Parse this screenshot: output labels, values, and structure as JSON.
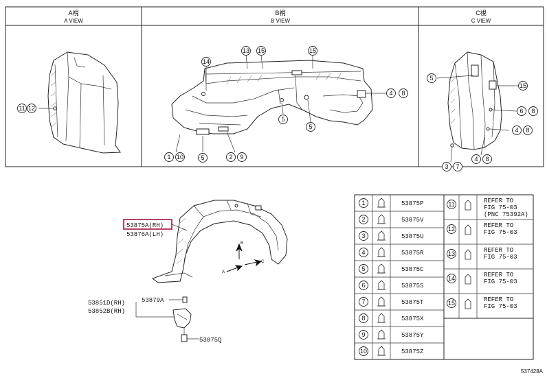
{
  "views": [
    {
      "title_jp": "A視",
      "title_en": "A VIEW"
    },
    {
      "title_jp": "B視",
      "title_en": "B VIEW"
    },
    {
      "title_jp": "C視",
      "title_en": "C VIEW"
    }
  ],
  "view_a_callouts": [
    "11",
    "12"
  ],
  "view_b_callouts": [
    "13",
    "15",
    "15",
    "14",
    "4",
    "8",
    "5",
    "5",
    "1",
    "10",
    "5",
    "2",
    "9"
  ],
  "view_c_callouts": [
    "5",
    "15",
    "6",
    "8",
    "4",
    "8",
    "4",
    "8",
    "3",
    "7"
  ],
  "main_part": {
    "rh": "53875A(RH)",
    "lh": "53876A(LH)",
    "highlight_color": "#a0143c"
  },
  "sub_parts": {
    "clip_a": "53879A",
    "bracket_rh": "53851D(RH)",
    "bracket_lh": "53852B(RH)",
    "bolt": "53875Q"
  },
  "arrows": {
    "a": "A",
    "b": "B",
    "c": "C"
  },
  "table_left": [
    {
      "num": "1",
      "part": "53875P"
    },
    {
      "num": "2",
      "part": "53875V"
    },
    {
      "num": "3",
      "part": "53875U"
    },
    {
      "num": "4",
      "part": "53875R"
    },
    {
      "num": "5",
      "part": "53875C"
    },
    {
      "num": "6",
      "part": "53875S"
    },
    {
      "num": "7",
      "part": "53875T"
    },
    {
      "num": "8",
      "part": "53875X"
    },
    {
      "num": "9",
      "part": "53875Y"
    },
    {
      "num": "10",
      "part": "53875Z"
    }
  ],
  "table_right": [
    {
      "num": "11",
      "lines": [
        "REFER TO",
        "FIG 75-03",
        "(PNC 75392A)"
      ]
    },
    {
      "num": "12",
      "lines": [
        "REFER TO",
        "FIG 75-03"
      ]
    },
    {
      "num": "13",
      "lines": [
        "REFER TO",
        "FIG 75-03"
      ]
    },
    {
      "num": "14",
      "lines": [
        "REFER TO",
        "FIG 75-03"
      ]
    },
    {
      "num": "15",
      "lines": [
        "REFER TO",
        "FIG 75-03"
      ]
    }
  ],
  "figure_code": "537428A"
}
